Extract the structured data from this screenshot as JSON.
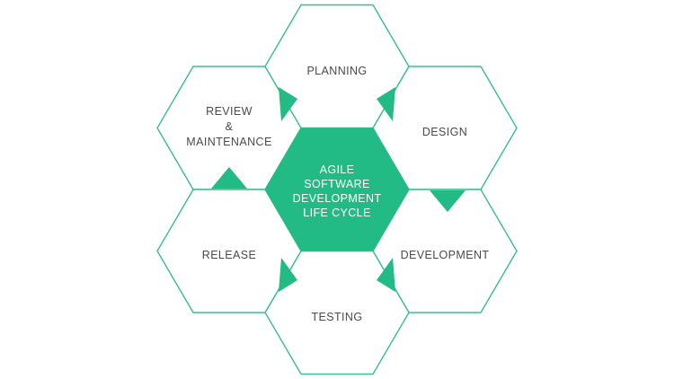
{
  "diagram": {
    "title": "Agile Software Development Life Cycle",
    "type": "hexagon-honeycomb-cycle",
    "background_color": "#ffffff",
    "accent_color": "#22ba85",
    "outline_color": "#3bbd8e",
    "label_color": "#4a4a4a",
    "center_label_color": "#ffffff",
    "center": {
      "name": "agile-sdlc-core",
      "lines": [
        "AGILE",
        "SOFTWARE",
        "DEVELOPMENT",
        "LIFE CYCLE"
      ]
    },
    "stages": [
      {
        "id": "planning",
        "position": "top",
        "lines": [
          "PLANNING"
        ]
      },
      {
        "id": "design",
        "position": "top-right",
        "lines": [
          "DESIGN"
        ]
      },
      {
        "id": "development",
        "position": "bottom-right",
        "lines": [
          "DEVELOPMENT"
        ]
      },
      {
        "id": "testing",
        "position": "bottom",
        "lines": [
          "TESTING"
        ]
      },
      {
        "id": "release",
        "position": "bottom-left",
        "lines": [
          "RELEASE"
        ]
      },
      {
        "id": "review-maintenance",
        "position": "top-left",
        "lines": [
          "REVIEW",
          "&",
          "MAINTENANCE"
        ]
      }
    ],
    "arrows": [
      {
        "id": "arrow-planning-to-design",
        "direction": "down-right"
      },
      {
        "id": "arrow-design-to-development",
        "direction": "down"
      },
      {
        "id": "arrow-development-to-testing",
        "direction": "down-left"
      },
      {
        "id": "arrow-testing-to-release",
        "direction": "up-left"
      },
      {
        "id": "arrow-release-to-review",
        "direction": "up"
      },
      {
        "id": "arrow-review-to-planning",
        "direction": "up-right"
      }
    ]
  }
}
